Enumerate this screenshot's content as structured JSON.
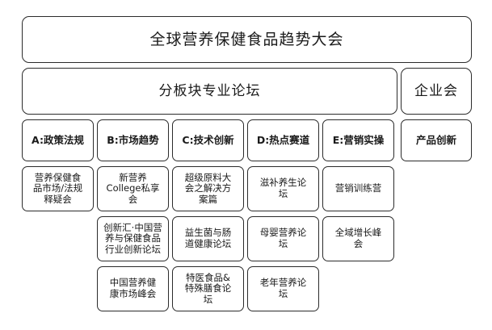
{
  "diagram": {
    "type": "org-tree",
    "title": "全球营养保健食品趋势大会",
    "background_color": "#ffffff",
    "border_color": "#2b2b2b",
    "text_color": "#1a1a1a"
  },
  "bands": [
    {
      "id": "forums",
      "label": "分板块专业论坛"
    },
    {
      "id": "corporate",
      "label": "企业会"
    }
  ],
  "columns": [
    {
      "id": "A",
      "header": "A:政策法规",
      "sessions": [
        "营养保健食\n品市场/法规\n释疑会"
      ]
    },
    {
      "id": "B",
      "header": "B:市场趋势",
      "sessions": [
        "新营养\nCollege私享\n会",
        "创新汇·中国营\n养与保健食品\n行业创新论坛",
        "中国营养健\n康市场峰会"
      ]
    },
    {
      "id": "C",
      "header": "C:技术创新",
      "sessions": [
        "超级原料大\n会之解决方\n案篇",
        "益生菌与肠\n道健康论坛",
        "特医食品&\n特殊膳食论\n坛"
      ]
    },
    {
      "id": "D",
      "header": "D:热点赛道",
      "sessions": [
        "滋补养生论\n坛",
        "母婴营养论\n坛",
        "老年营养论\n坛"
      ]
    },
    {
      "id": "E",
      "header": "E:营销实操",
      "sessions": [
        "营销训练营",
        "全域增长峰\n会"
      ]
    },
    {
      "id": "F",
      "header": "产品创新",
      "sessions": []
    }
  ]
}
